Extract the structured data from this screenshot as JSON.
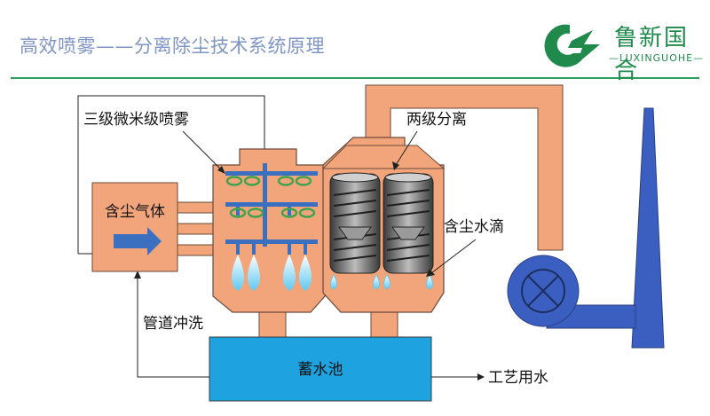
{
  "header": {
    "title": "高效喷雾——分离除尘技术系统原理",
    "brand_cn": "鲁新国合",
    "brand_en": "—LUXINGUOHE—"
  },
  "diagram": {
    "labels": {
      "spray": "三级微米级喷雾",
      "separation": "两级分离",
      "dusty_gas": "含尘气体",
      "droplets": "含尘水滴",
      "pipe_flush": "管道冲洗",
      "reservoir": "蓄水池",
      "process_water": "工艺用水"
    }
  },
  "colors": {
    "tower": "#f2a57a",
    "tower_stroke": "#6b4a3a",
    "pipe": "#f2a57a",
    "chimney": "#3b5fc0",
    "water": "#1fa3e0",
    "nozzle_bar": "#3b6fbf",
    "nozzle_ring": "#3fa34d",
    "title": "#7f95c4",
    "brand": "#1f8a4c"
  }
}
